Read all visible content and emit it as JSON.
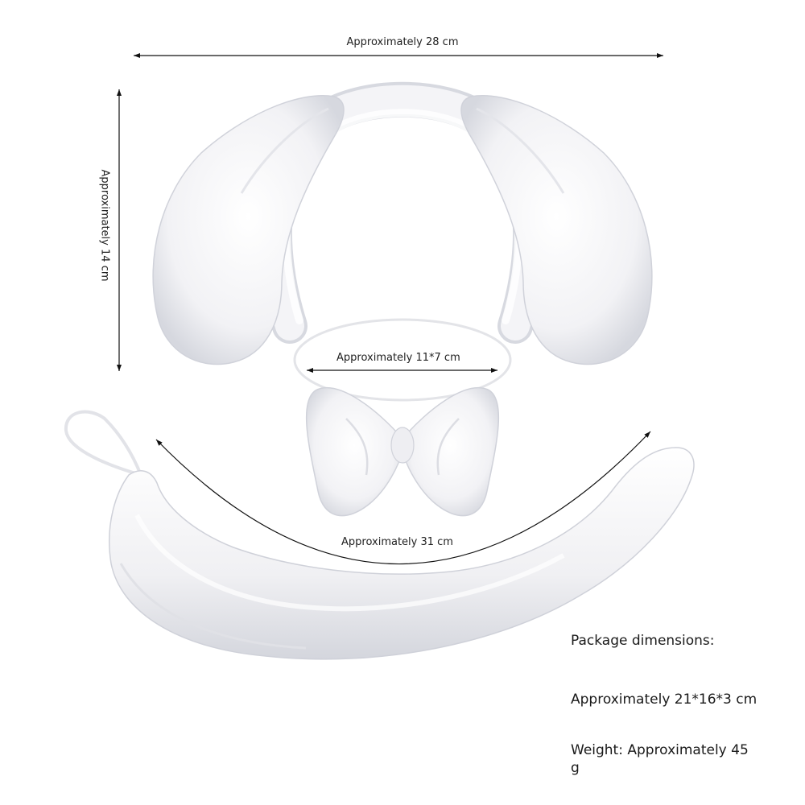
{
  "dimensions": {
    "width_label": "Approximately 28 cm",
    "height_label": "Approximately 14 cm",
    "bow_label": "Approximately 11*7 cm",
    "tail_label": "Approximately 31 cm"
  },
  "package_info": {
    "heading": "Package dimensions:",
    "size": "Approximately 21*16*3 cm",
    "weight": "Weight: Approximately 45 g"
  },
  "colors": {
    "fur": "#f3f3f6",
    "fur_shadow": "#d9dbe2",
    "arrow": "#111111"
  }
}
